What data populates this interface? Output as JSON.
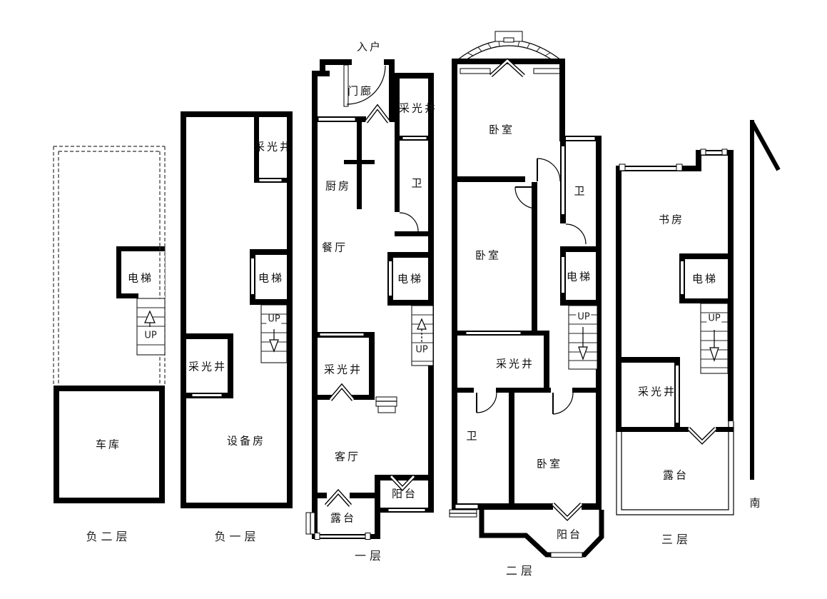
{
  "page": {
    "background": "#ffffff"
  },
  "colors": {
    "wall": "#000000",
    "text": "#111111"
  },
  "floors": [
    {
      "id": "basement2",
      "label": "负二层",
      "stairs_label": "UP",
      "rooms": {
        "elevator": "电梯",
        "garage": "车库"
      }
    },
    {
      "id": "basement1",
      "label": "负一层",
      "stairs_label": "UP",
      "rooms": {
        "lightwell_top": "采光井",
        "elevator": "电梯",
        "lightwell_bottom": "采光井",
        "equipment": "设备房"
      }
    },
    {
      "id": "floor1",
      "label": "一层",
      "entry_label": "入户",
      "stairs_label": "UP",
      "rooms": {
        "porch": "门廊",
        "lightwell_top": "采光井",
        "kitchen": "厨房",
        "bath": "卫",
        "dining": "餐厅",
        "elevator": "电梯",
        "lightwell_mid": "采光井",
        "living": "客厅",
        "terrace": "露台",
        "balcony": "阳台"
      }
    },
    {
      "id": "floor2",
      "label": "二层",
      "stairs_label": "UP",
      "rooms": {
        "bedroom_top": "卧室",
        "bath_right": "卫",
        "bedroom_mid": "卧室",
        "elevator": "电梯",
        "lightwell": "采光井",
        "bath_bottom": "卫",
        "bedroom_bottom": "卧室",
        "balcony": "阳台"
      }
    },
    {
      "id": "floor3",
      "label": "三层",
      "stairs_label": "UP",
      "rooms": {
        "study": "书房",
        "elevator": "电梯",
        "lightwell": "采光井",
        "terrace": "露台"
      }
    }
  ],
  "compass": {
    "south_label": "南"
  }
}
